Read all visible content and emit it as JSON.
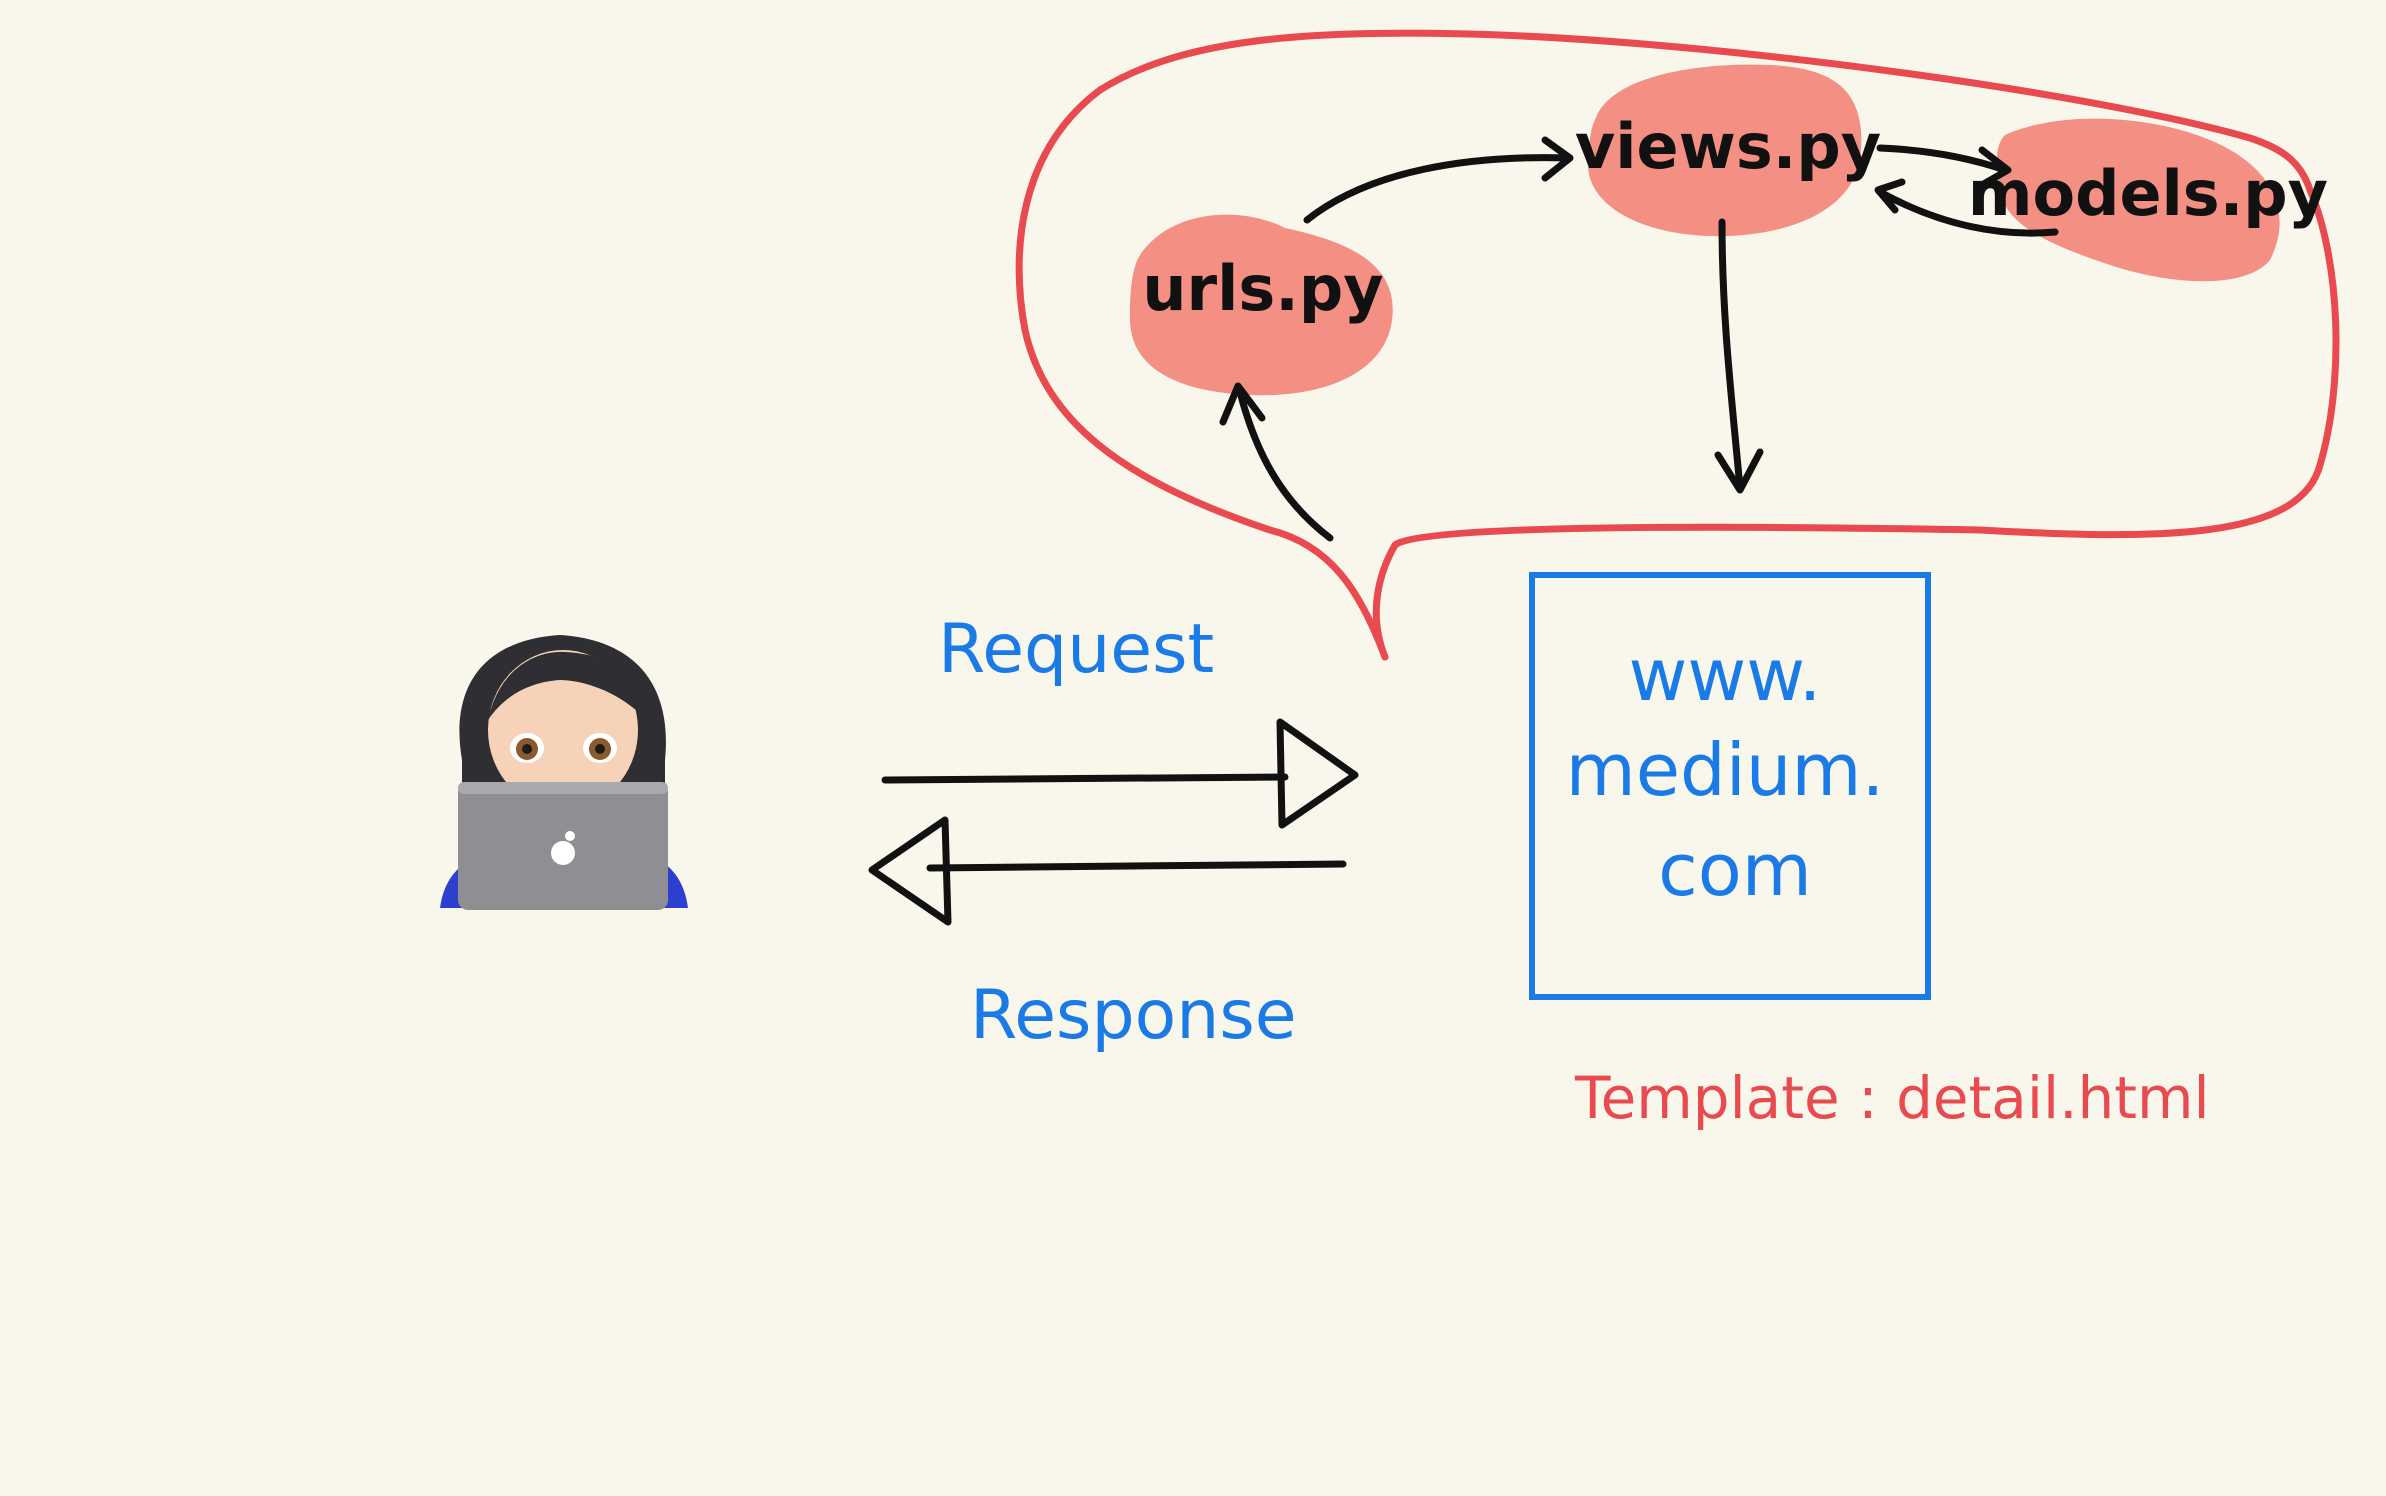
{
  "diagram": {
    "nodes": {
      "urls": "urls.py",
      "views": "views.py",
      "models": "models.py"
    },
    "request_label": "Request",
    "response_label": "Response",
    "site": {
      "line1": "www.",
      "line2": "medium.",
      "line3": "com"
    },
    "template_label": "Template : detail.html",
    "user_icon": "woman-technologist-icon",
    "colors": {
      "background": "#f9f7ec",
      "bubble_outline": "#e84a4f",
      "node_fill": "#f48f84",
      "blue": "#1a7be6",
      "ink": "#111111"
    }
  }
}
